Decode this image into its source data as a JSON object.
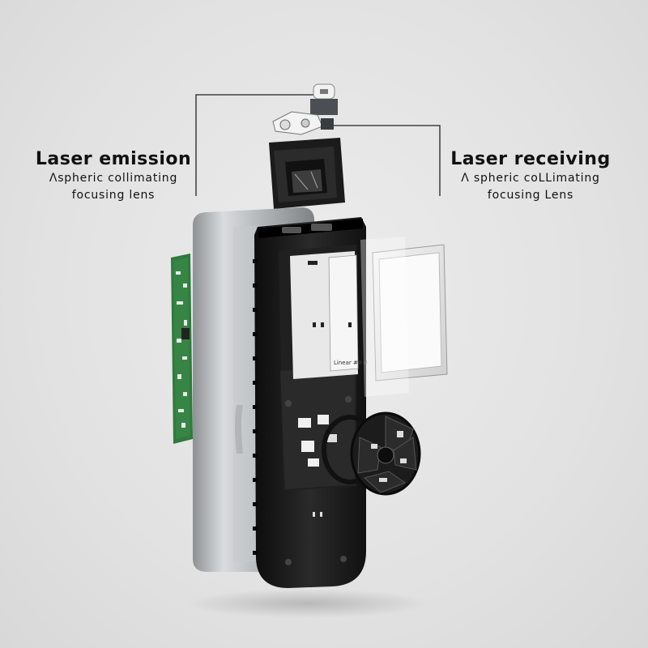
{
  "labels": {
    "emission": {
      "title": "Laser emission",
      "line1": "Λspheric collimating",
      "line2": "focusing lens"
    },
    "receiving": {
      "title": "Laser receiving",
      "line1": "Λ spheric coLLimating",
      "line2": "focusing Lens"
    }
  },
  "device": {
    "screen_caption": "Linear ###"
  },
  "colors": {
    "background": "#e2e2e2",
    "housing": "#1a1a1a",
    "aluminum": "#b9bcbf",
    "pcb_green": "#2f7a3c",
    "leader_line": "#222222"
  }
}
